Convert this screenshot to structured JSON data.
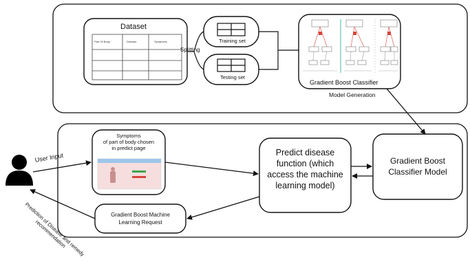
{
  "top_panel": {
    "dataset": {
      "title": "Dataset",
      "columns": [
        "Part Of Body",
        "Disease",
        "Symptoms"
      ]
    },
    "split_label": "Splitting",
    "training_label": "Training set",
    "testing_label": "Testing set",
    "classifier_label": "Gradient Boost Classifier",
    "model_generation_label": "Model Generation"
  },
  "bottom_panel": {
    "user_input_label": "User Input",
    "output_label": "Prediction of Disease and remedy recommendation",
    "symptoms_box": {
      "line1": "Symptoms",
      "line2": "of part of body chosen",
      "line3": "in predict page"
    },
    "request_box": {
      "line1": "Gradient Boost Machine",
      "line2": "Learning Request"
    },
    "predict_box": {
      "text": "Predict disease function (which access the machine learning model)"
    },
    "model_box": {
      "line1": "Gradient Boost",
      "line2": "Classifier Model"
    }
  },
  "colors": {
    "stroke": "#111111",
    "background": "#ffffff",
    "thumb_pink": "#f6dede",
    "thumb_header": "#9ec6ea",
    "thumb_green": "#3fa34d",
    "thumb_red": "#d6453b"
  },
  "icons": {
    "user": "person-icon"
  }
}
